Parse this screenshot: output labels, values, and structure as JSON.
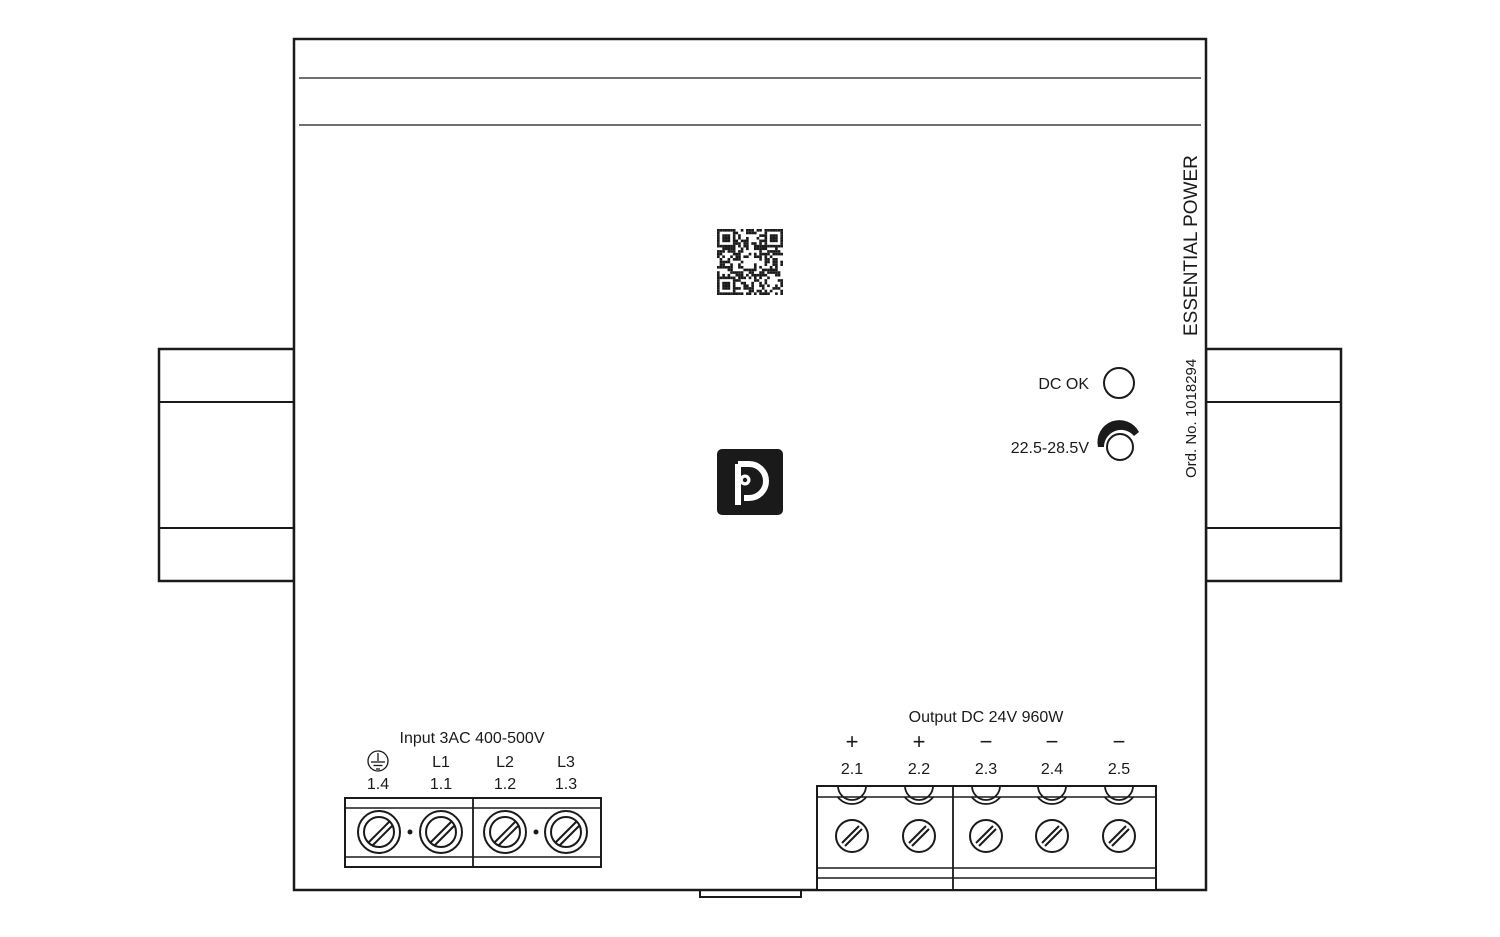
{
  "device": {
    "series_label": "ESSENTIAL POWER",
    "order_number": "Ord. No. 1018294",
    "status_led_label": "DC OK",
    "voltage_adjust_label": "22.5-28.5V",
    "logo_icon": "phoenix-contact-logo-icon",
    "qr_icon": "qr-code-icon"
  },
  "input": {
    "title": "Input 3AC 400-500V",
    "terminals": [
      {
        "symbol": "ground",
        "number": "1.4"
      },
      {
        "symbol": "L1",
        "number": "1.1"
      },
      {
        "symbol": "L2",
        "number": "1.2"
      },
      {
        "symbol": "L3",
        "number": "1.3"
      }
    ]
  },
  "output": {
    "title": "Output DC 24V 960W",
    "terminals": [
      {
        "symbol": "+",
        "number": "2.1"
      },
      {
        "symbol": "+",
        "number": "2.2"
      },
      {
        "symbol": "−",
        "number": "2.3"
      },
      {
        "symbol": "−",
        "number": "2.4"
      },
      {
        "symbol": "−",
        "number": "2.5"
      }
    ]
  },
  "colors": {
    "line": "#1a1a1a",
    "background": "#ffffff"
  }
}
